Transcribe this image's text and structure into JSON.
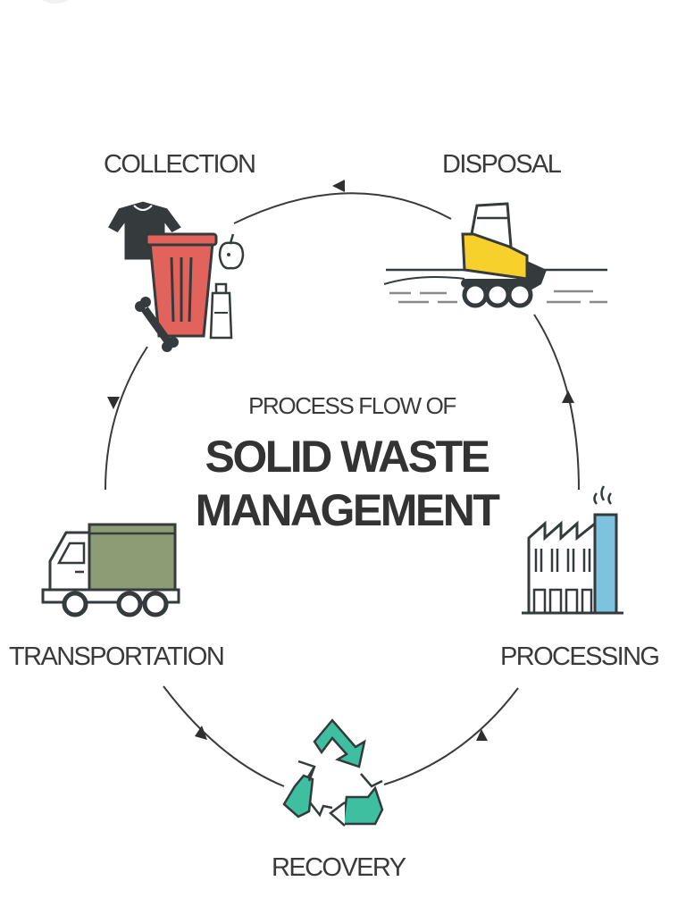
{
  "diagram": {
    "subtitle": "PROCESS FLOW OF",
    "title_line1": "SOLID WASTE",
    "title_line2": "MANAGEMENT",
    "stages": {
      "collection": {
        "label": "COLLECTION",
        "icon": "trash-bin-icon"
      },
      "disposal": {
        "label": "DISPOSAL",
        "icon": "bulldozer-icon"
      },
      "processing": {
        "label": "PROCESSING",
        "icon": "factory-icon"
      },
      "recovery": {
        "label": "RECOVERY",
        "icon": "recycle-icon"
      },
      "transportation": {
        "label": "TRANSPORTATION",
        "icon": "garbage-truck-icon"
      }
    },
    "flow_direction": "counter-clockwise",
    "colors": {
      "bin": "#e2635c",
      "bulldozer": "#f6d12c",
      "factory_chimney": "#7ec3dd",
      "truck_body": "#8c9d76",
      "recycle": "#3ec0a0",
      "dark": "#353a3c"
    }
  }
}
